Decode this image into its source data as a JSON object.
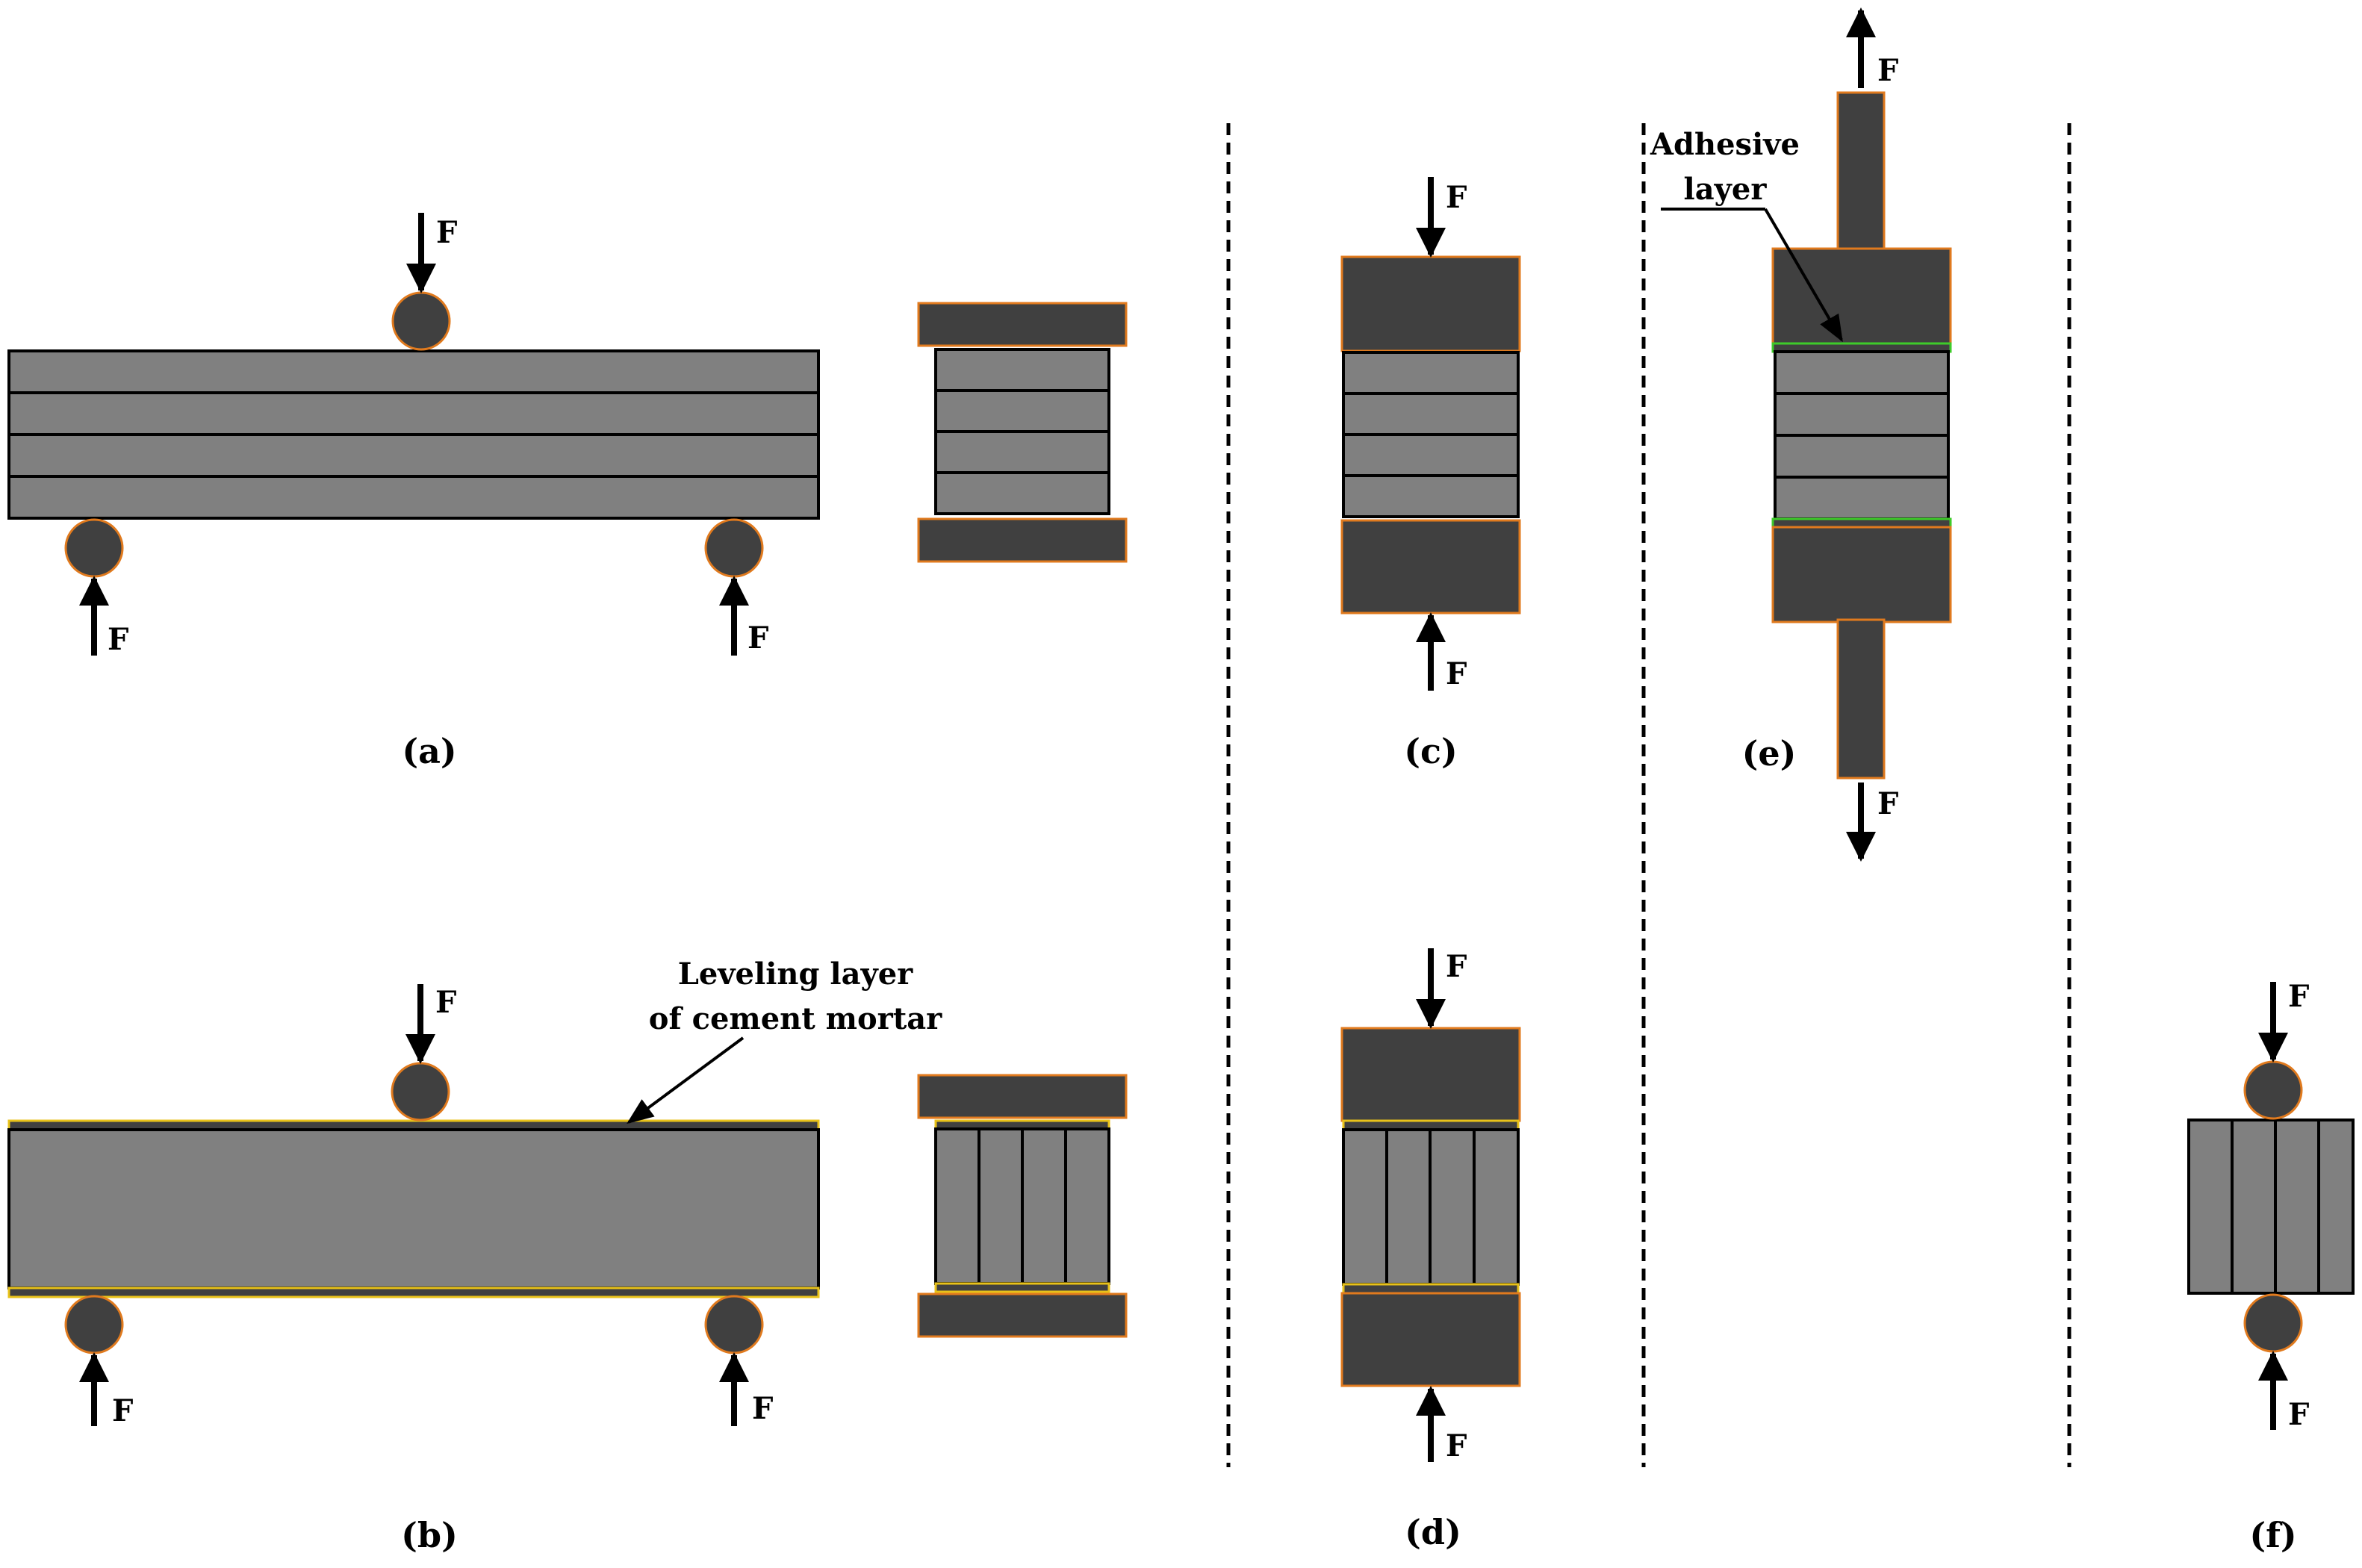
{
  "force_symbol": "F",
  "captions": {
    "a": "(a)",
    "b": "(b)",
    "c": "(c)",
    "d": "(d)",
    "e": "(e)",
    "f": "(f)"
  },
  "annotations": {
    "leveling_line1": "Leveling layer",
    "leveling_line2": "of cement mortar",
    "adhesive_line1": "Adhesive",
    "adhesive_line2": "layer"
  },
  "colors": {
    "specimen": "#808080",
    "steel": "#404040",
    "outline_orange": "#e07a1e",
    "mortar_yellow": "#e8c21a",
    "adhesive_green": "#3ecb2a",
    "ink": "#000000"
  }
}
